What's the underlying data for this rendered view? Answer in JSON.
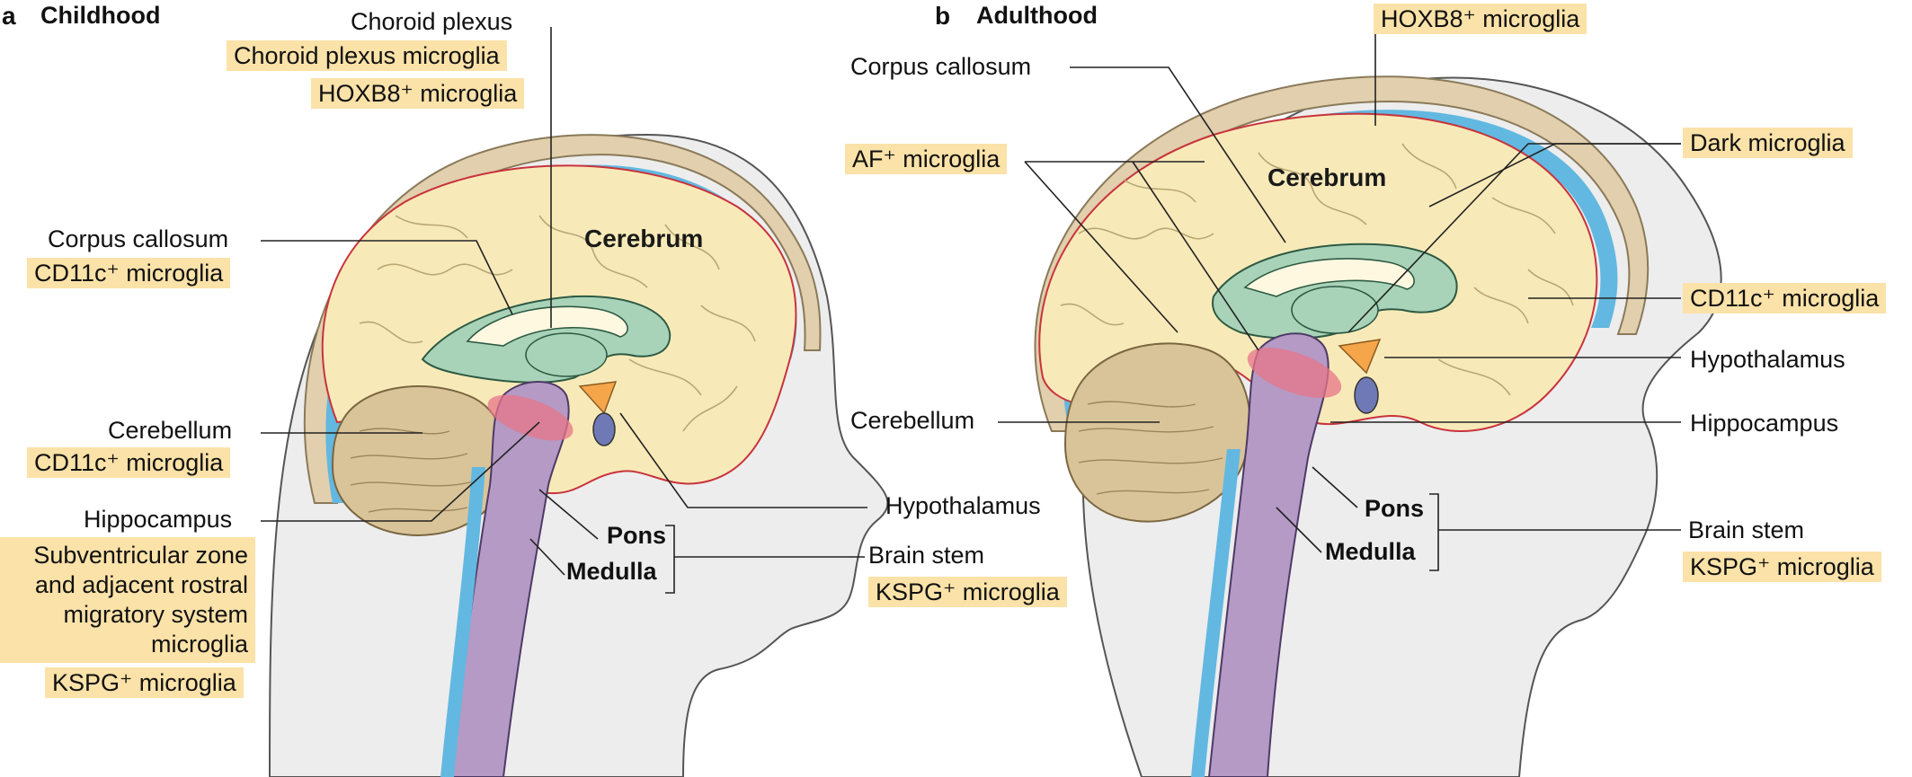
{
  "panel_a": {
    "letter": "a",
    "title": "Childhood",
    "labels": {
      "choroid_plexus": "Choroid plexus",
      "corpus_callosum": "Corpus callosum",
      "cerebrum": "Cerebrum",
      "cerebellum": "Cerebellum",
      "hippocampus": "Hippocampus",
      "pons": "Pons",
      "medulla": "Medulla",
      "hypothalamus": "Hypothalamus",
      "brain_stem": "Brain stem"
    },
    "tags": {
      "choroid_plexus_microglia": "Choroid plexus microglia",
      "hoxb8_microglia": "HOXB8⁺ microglia",
      "cd11c_corpus": "CD11c⁺ microglia",
      "cd11c_cerebellum": "CD11c⁺ microglia",
      "svz_microglia": "Subventricular zone and adjacent rostral migratory system microglia",
      "kspg_hippocampus": "KSPG⁺ microglia",
      "kspg_brainstem": "KSPG⁺ microglia"
    }
  },
  "panel_b": {
    "letter": "b",
    "title": "Adulthood",
    "labels": {
      "corpus_callosum": "Corpus callosum",
      "cerebrum": "Cerebrum",
      "cerebellum": "Cerebellum",
      "pons": "Pons",
      "medulla": "Medulla",
      "hypothalamus": "Hypothalamus",
      "hippocampus": "Hippocampus",
      "brain_stem": "Brain stem"
    },
    "tags": {
      "hoxb8_microglia": "HOXB8⁺ microglia",
      "af_microglia": "AF⁺ microglia",
      "dark_microglia": "Dark microglia",
      "cd11c_microglia": "CD11c⁺ microglia",
      "kspg_microglia": "KSPG⁺ microglia"
    }
  },
  "colors": {
    "tag_fill": "#fbe2a8",
    "skin": "#ededed",
    "skull": "#e1cfad",
    "cerebrum": "#f8eab8",
    "cerebellum": "#d9c49a",
    "brain_stem": "#b49ac4",
    "ventricle_green": "#a9d3b8",
    "csf_blue": "#62b8e0",
    "hippocampus_red": "#e8748a",
    "hypothalamus_orange": "#f5a64a",
    "outline_red": "#c8333c"
  }
}
